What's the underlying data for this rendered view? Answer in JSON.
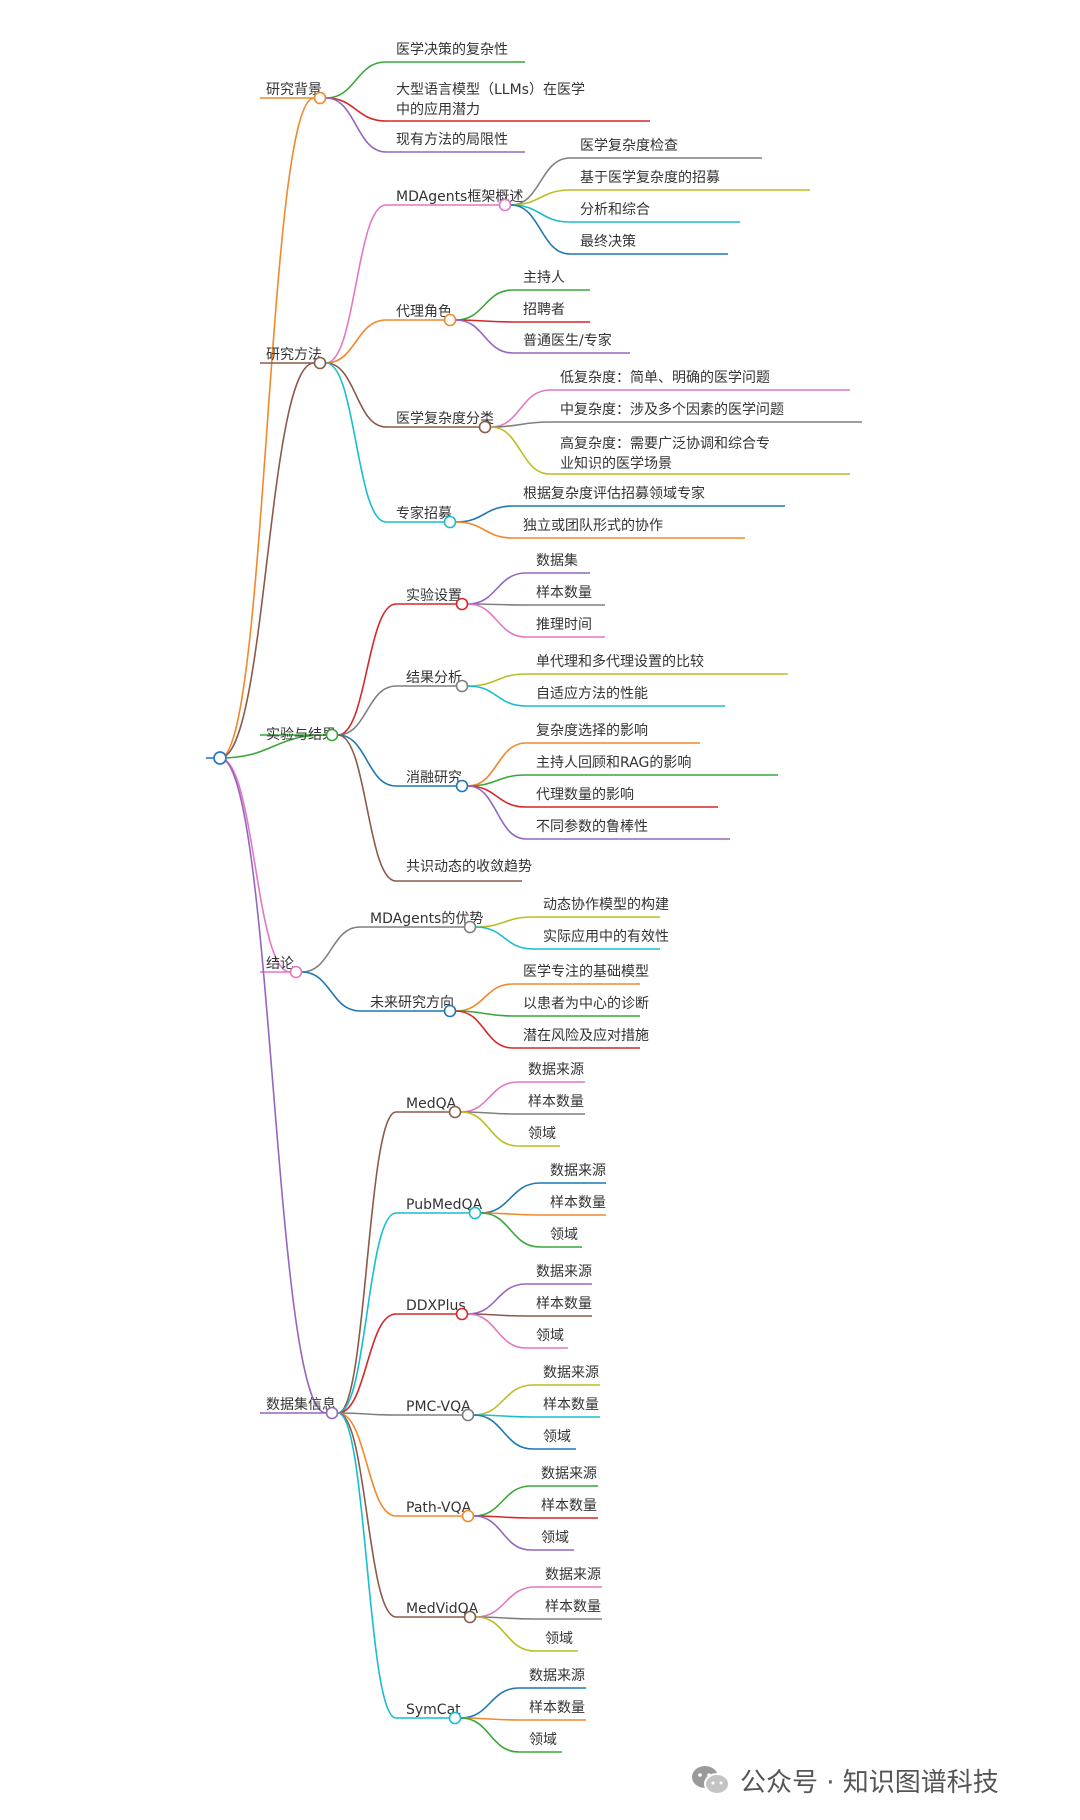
{
  "mindmap": {
    "children": [
      {
        "label": "研究背景",
        "children": [
          {
            "label": "医学决策的复杂性"
          },
          {
            "label": "大型语言模型（LLMs）在医学",
            "label2": "中的应用潜力"
          },
          {
            "label": "现有方法的局限性"
          }
        ]
      },
      {
        "label": "研究方法",
        "children": [
          {
            "label": "MDAgents框架概述",
            "children": [
              {
                "label": "医学复杂度检查"
              },
              {
                "label": "基于医学复杂度的招募"
              },
              {
                "label": "分析和综合"
              },
              {
                "label": "最终决策"
              }
            ]
          },
          {
            "label": "代理角色",
            "children": [
              {
                "label": "主持人"
              },
              {
                "label": "招聘者"
              },
              {
                "label": "普通医生/专家"
              }
            ]
          },
          {
            "label": "医学复杂度分类",
            "children": [
              {
                "label": "低复杂度：简单、明确的医学问题"
              },
              {
                "label": "中复杂度：涉及多个因素的医学问题"
              },
              {
                "label": "高复杂度：需要广泛协调和综合专",
                "label2": "业知识的医学场景"
              }
            ]
          },
          {
            "label": "专家招募",
            "children": [
              {
                "label": "根据复杂度评估招募领域专家"
              },
              {
                "label": "独立或团队形式的协作"
              }
            ]
          }
        ]
      },
      {
        "label": "实验与结果",
        "children": [
          {
            "label": "实验设置",
            "children": [
              {
                "label": "数据集"
              },
              {
                "label": "样本数量"
              },
              {
                "label": "推理时间"
              }
            ]
          },
          {
            "label": "结果分析",
            "children": [
              {
                "label": "单代理和多代理设置的比较"
              },
              {
                "label": "自适应方法的性能"
              }
            ]
          },
          {
            "label": "消融研究",
            "children": [
              {
                "label": "复杂度选择的影响"
              },
              {
                "label": "主持人回顾和RAG的影响"
              },
              {
                "label": "代理数量的影响"
              },
              {
                "label": "不同参数的鲁棒性"
              }
            ]
          },
          {
            "label": "共识动态的收敛趋势"
          }
        ]
      },
      {
        "label": "结论",
        "children": [
          {
            "label": "MDAgents的优势",
            "children": [
              {
                "label": "动态协作模型的构建"
              },
              {
                "label": "实际应用中的有效性"
              }
            ]
          },
          {
            "label": "未来研究方向",
            "children": [
              {
                "label": "医学专注的基础模型"
              },
              {
                "label": "以患者为中心的诊断"
              },
              {
                "label": "潜在风险及应对措施"
              }
            ]
          }
        ]
      },
      {
        "label": "数据集信息",
        "children": [
          {
            "label": "MedQA",
            "children": [
              {
                "label": "数据来源"
              },
              {
                "label": "样本数量"
              },
              {
                "label": "领域"
              }
            ]
          },
          {
            "label": "PubMedQA",
            "children": [
              {
                "label": "数据来源"
              },
              {
                "label": "样本数量"
              },
              {
                "label": "领域"
              }
            ]
          },
          {
            "label": "DDXPlus",
            "children": [
              {
                "label": "数据来源"
              },
              {
                "label": "样本数量"
              },
              {
                "label": "领域"
              }
            ]
          },
          {
            "label": "PMC-VQA",
            "children": [
              {
                "label": "数据来源"
              },
              {
                "label": "样本数量"
              },
              {
                "label": "领域"
              }
            ]
          },
          {
            "label": "Path-VQA",
            "children": [
              {
                "label": "数据来源"
              },
              {
                "label": "样本数量"
              },
              {
                "label": "领域"
              }
            ]
          },
          {
            "label": "MedVidQA",
            "children": [
              {
                "label": "数据来源"
              },
              {
                "label": "样本数量"
              },
              {
                "label": "领域"
              }
            ]
          },
          {
            "label": "SymCat",
            "children": [
              {
                "label": "数据来源"
              },
              {
                "label": "样本数量"
              },
              {
                "label": "领域"
              }
            ]
          }
        ]
      }
    ]
  },
  "watermark": "公众号 · 知识图谱科技",
  "colors": {
    "orange": "#f0892b",
    "brown": "#8b5a4a",
    "green": "#3aa63a",
    "pink": "#e377c2",
    "purple": "#9467bd",
    "gray": "#7f7f7f",
    "olive": "#bcbd22",
    "cyan": "#17becf",
    "blue": "#1f77b4",
    "red": "#d62728",
    "rootBlue": "#2f7bbf"
  },
  "icons": {
    "watermark": "wechat-icon"
  }
}
